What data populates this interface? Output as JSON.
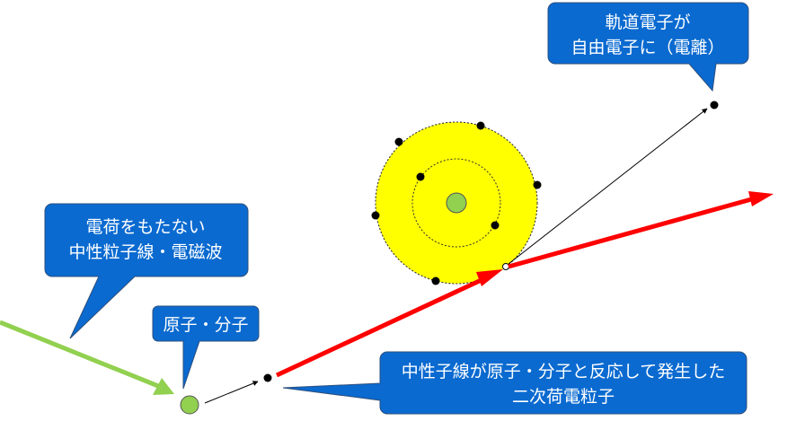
{
  "labels": {
    "neutral_radiation": [
      "電荷をもたない",
      "中性粒子線・電磁波"
    ],
    "atom_molecule": "原子・分子",
    "orbital_electron": [
      "軌道電子が",
      "自由電子に（電離）"
    ],
    "secondary_particle": [
      "中性子線が原子・分子と反応して発生した",
      "二次荷電粒子"
    ]
  },
  "colors": {
    "callout_fill": "#0a6ad0",
    "callout_stroke": "#2d4f7c",
    "neutral_arrow": "#92d050",
    "charged_arrow": "#ff0000",
    "atom_cloud": "#ffff00",
    "nucleus": "#92d050",
    "electron": "#000000"
  }
}
